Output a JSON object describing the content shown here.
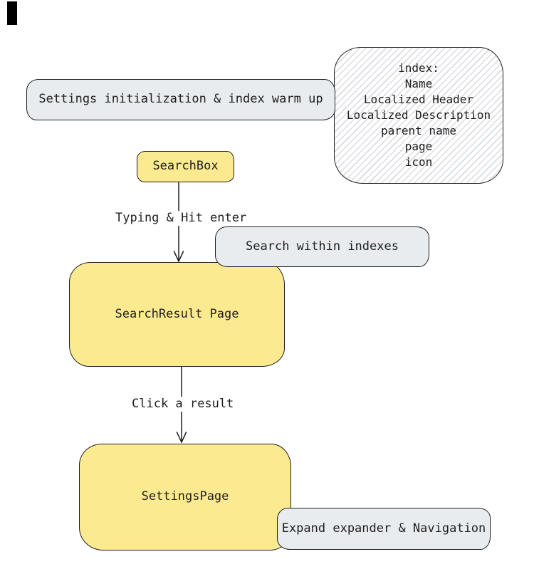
{
  "diagram": {
    "background": "#ffffff",
    "colors": {
      "node_yellow": "#fcea90",
      "node_grey": "#e9ecef",
      "stroke": "#1e1e1e",
      "hatch_line": "#d9dce0",
      "marker_black": "#000000"
    },
    "nodes": {
      "settings_init": {
        "label": "Settings initialization & index warm up"
      },
      "index_note": {
        "lines": [
          "index:",
          "Name",
          "Localized Header",
          "Localized Description",
          "parent name",
          "page",
          "icon"
        ]
      },
      "search_box": {
        "label": "SearchBox"
      },
      "search_within": {
        "label": "Search within indexes"
      },
      "search_result": {
        "label": "SearchResult Page"
      },
      "settings_page": {
        "label": "SettingsPage"
      },
      "expand_nav": {
        "label": "Expand expander & Navigation"
      }
    },
    "edges": {
      "typing": {
        "label": "Typing & Hit enter"
      },
      "click": {
        "label": "Click a result"
      }
    }
  }
}
